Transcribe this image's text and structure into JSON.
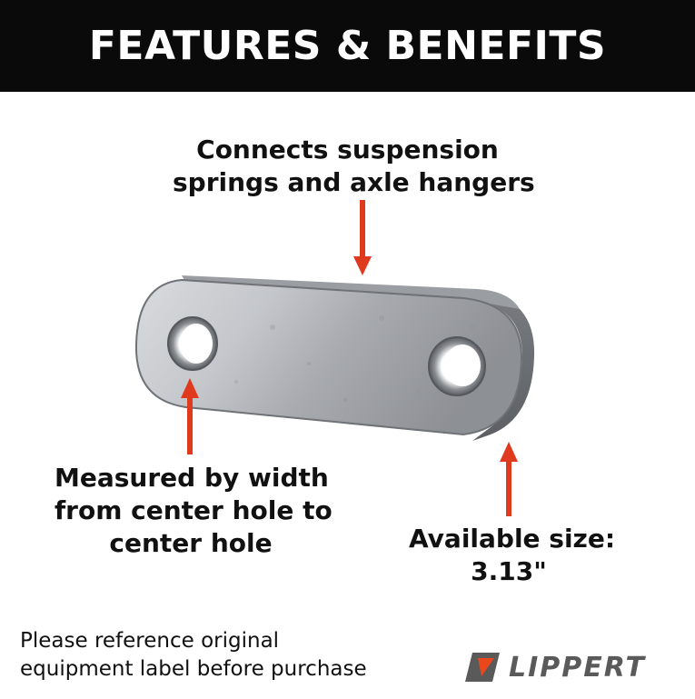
{
  "banner": {
    "title": "FEATURES & BENEFITS"
  },
  "callouts": {
    "top": {
      "line1": "Connects suspension",
      "line2": "springs and axle hangers"
    },
    "left": {
      "line1": "Measured by width",
      "line2": "from center hole to",
      "line3": "center hole"
    },
    "right": {
      "line1": "Available size:",
      "line2": "3.13\""
    }
  },
  "disclaimer": {
    "line1": "Please reference original",
    "line2": "equipment label before purchase"
  },
  "logo": {
    "text": "LIPPERT",
    "icon": "lippert-logo-icon",
    "accent": "#e8481c",
    "gray": "#5a5a5a"
  },
  "colors": {
    "banner": "#0a0a0a",
    "arrow": "#e03a1e",
    "metal": "#b9bcc0"
  },
  "icons": {
    "arrows": "arrow-icon",
    "product": "shackle-plate-image"
  }
}
